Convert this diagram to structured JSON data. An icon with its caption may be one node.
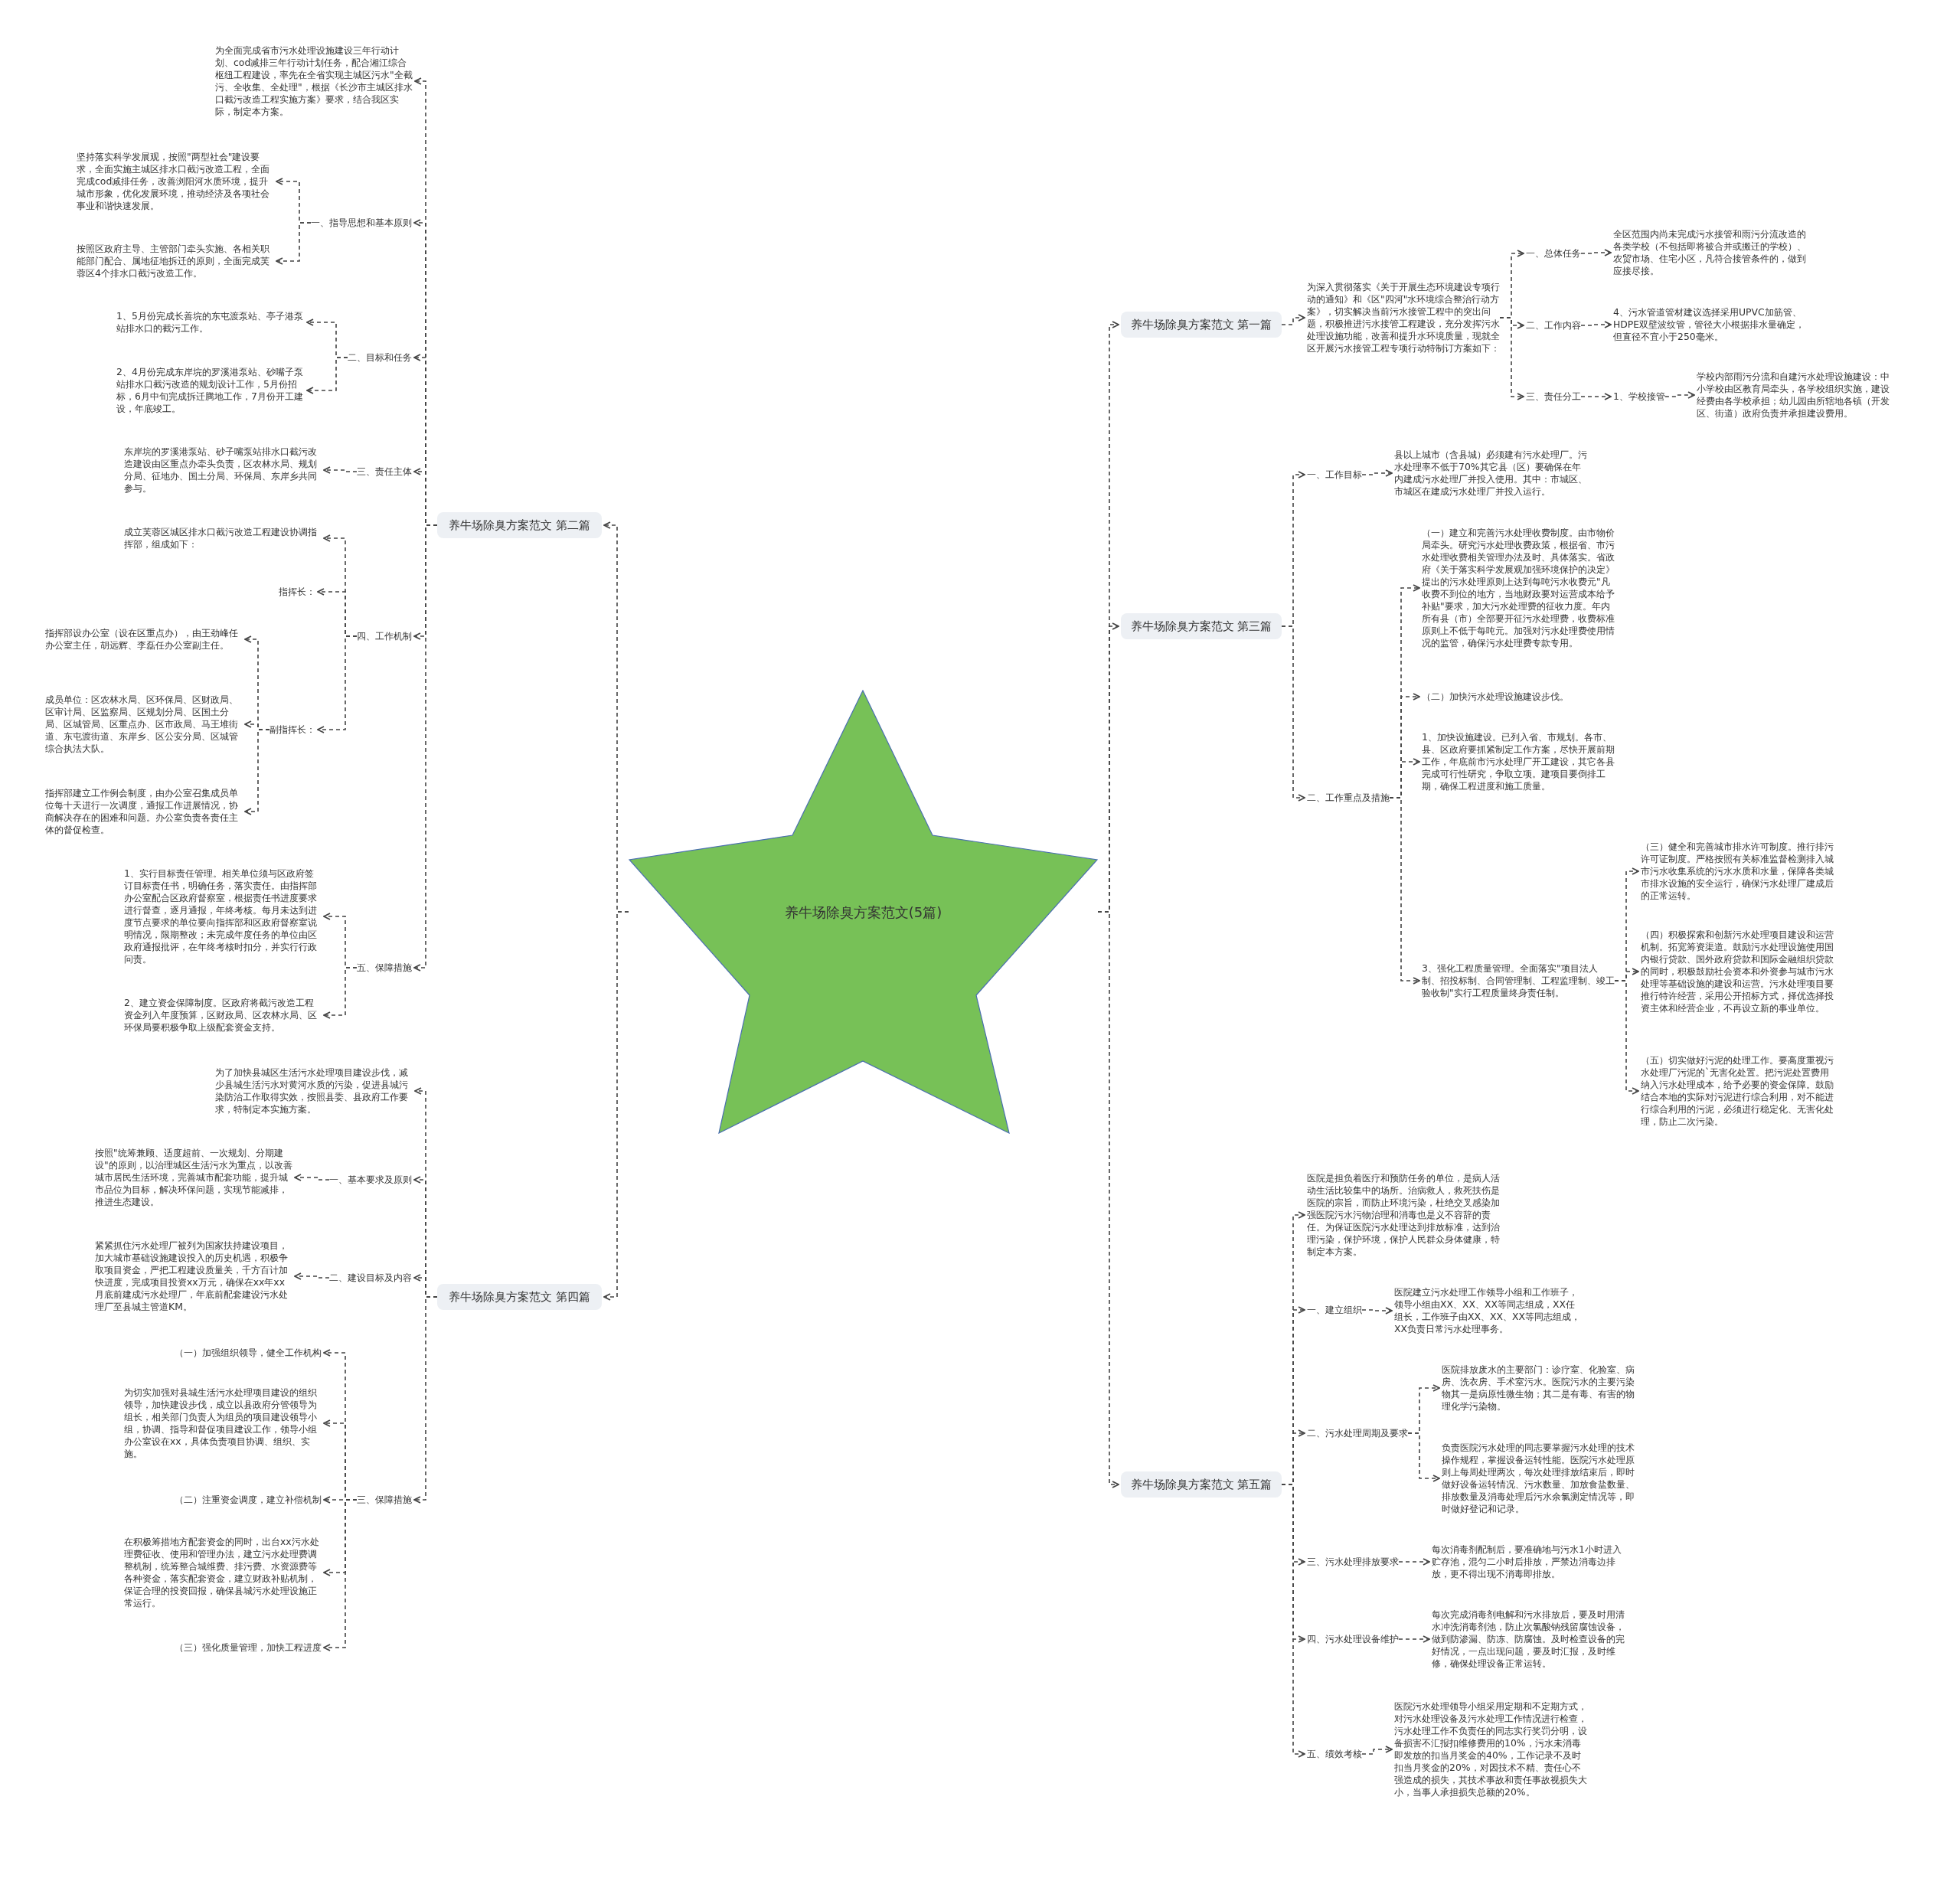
{
  "diagram": {
    "nodes": [
      {
        "text": [
          "养牛场除臭方案范文(5篇)"
        ]
      },
      {
        "text": [
          "养牛场除臭方案范文 第二篇"
        ]
      },
      {
        "text": [
          "为全面完成省市污水处理设施建设三年行动计划、cod减排三年行动计划任务，配合湘江综合枢纽工程建设，率先在全省实现主城区污水\"全截污、全收集、全处理\"，根据《长沙市主城区排水口截污改造工程实施方案》要求，结合我区实际，制定本方案。"
        ]
      },
      {
        "text": [
          "一、指导思想和基本原则"
        ]
      },
      {
        "text": [
          "坚持落实科学发展观，按照\"两型社会\"建设要求，全面实施主城区排水口截污改造工程，全面完成cod减排任务，改善浏阳河水质环境，提升城市形象，优化发展环境，推动经济及各项社会事业和谐快速发展。"
        ]
      },
      {
        "text": [
          "按照区政府主导、主管部门牵头实施、各相关职能部门配合、属地征地拆迁的原则，全面完成芙蓉区4个排水口截污改造工作。"
        ]
      },
      {
        "text": [
          "二、目标和任务"
        ]
      },
      {
        "text": [
          "1、5月份完成长善垸的东屯渡泵站、亭子港泵站排水口的截污工作。"
        ]
      },
      {
        "text": [
          "2、4月份完成东岸垸的罗溪港泵站、砂嘴子泵站排水口截污改造的规划设计工作，5月份招标，6月中旬完成拆迁腾地工作，7月份开工建设，年底竣工。"
        ]
      },
      {
        "text": [
          "三、责任主体"
        ]
      },
      {
        "text": [
          "东岸垸的罗溪港泵站、砂子嘴泵站排水口截污改造建设由区重点办牵头负责，区农林水局、规划分局、征地办、国土分局、环保局、东岸乡共同参与。"
        ]
      },
      {
        "text": [
          "四、工作机制"
        ]
      },
      {
        "text": [
          "成立芙蓉区城区排水口截污改造工程建设协调指挥部，组成如下："
        ]
      },
      {
        "text": [
          "指挥长："
        ]
      },
      {
        "text": [
          "副指挥长："
        ]
      },
      {
        "text": [
          "指挥部设办公室（设在区重点办），由王劲峰任办公室主任，胡远辉、李磊任办公室副主任。"
        ]
      },
      {
        "text": [
          "成员单位：区农林水局、区环保局、区财政局、区审计局、区监察局、区规划分局、区国土分局、区城管局、区重点办、区市政局、马王堆街道、东屯渡街道、东岸乡、区公安分局、区城管综合执法大队。"
        ]
      },
      {
        "text": [
          "指挥部建立工作例会制度，由办公室召集成员单位每十天进行一次调度，通报工作进展情况，协商解决存在的困难和问题。办公室负责各责任主体的督促检查。"
        ]
      },
      {
        "text": [
          "五、保障措施"
        ]
      },
      {
        "text": [
          "1、实行目标责任管理。相关单位须与区政府签订目标责任书，明确任务，落实责任。由指挥部办公室配合区政府督察室，根据责任书进度要求进行督查，逐月通报，年终考核。每月未达到进度节点要求的单位要向指挥部和区政府督察室说明情况，限期整改；未完成年度任务的单位由区政府通报批评，在年终考核时扣分，并实行行政问责。"
        ]
      },
      {
        "text": [
          "2、建立资金保障制度。区政府将截污改造工程资金列入年度预算，区财政局、区农林水局、区环保局要积极争取上级配套资金支持。"
        ]
      },
      {
        "text": [
          "养牛场除臭方案范文 第四篇"
        ]
      },
      {
        "text": [
          "为了加快县城区生活污水处理项目建设步伐，减少县城生活污水对黄河水质的污染，促进县城污染防治工作取得实效，按照县委、县政府工作要求，特制定本实施方案。"
        ]
      },
      {
        "text": [
          "一、基本要求及原则"
        ]
      },
      {
        "text": [
          "按照\"统筹兼顾、适度超前、一次规划、分期建设\"的原则，以治理城区生活污水为重点，以改善城市居民生活环境，完善城市配套功能，提升城市品位为目标，解决环保问题，实现节能减排，推进生态建设。"
        ]
      },
      {
        "text": [
          "二、建设目标及内容"
        ]
      },
      {
        "text": [
          "紧紧抓住污水处理厂被列为国家扶持建设项目，加大城市基础设施建设投入的历史机遇，积极争取项目资金，严把工程建设质量关，千方百计加快进度，完成项目投资xx万元，确保在xx年xx月底前建成污水处理厂，年底前配套建设污水处理厂至县城主管道KM。"
        ]
      },
      {
        "text": [
          "三、保障措施"
        ]
      },
      {
        "text": [
          "（一）加强组织领导，健全工作机构"
        ]
      },
      {
        "text": [
          "为切实加强对县城生活污水处理项目建设的组织领导，加快建设步伐，成立以县政府分管领导为组长，相关部门负责人为组员的项目建设领导小组，协调、指导和督促项目建设工作，领导小组办公室设在xx，具体负责项目协调、组织、实施。"
        ]
      },
      {
        "text": [
          "（二）注重资金调度，建立补偿机制"
        ]
      },
      {
        "text": [
          "在积极筹措地方配套资金的同时，出台xx污水处理费征收、使用和管理办法，建立污水处理费调整机制，统筹整合城维费、排污费、水资源费等各种资金，落实配套资金，建立财政补贴机制，保证合理的投资回报，确保县城污水处理设施正常运行。"
        ]
      },
      {
        "text": [
          "（三）强化质量管理，加快工程进度"
        ]
      },
      {
        "text": [
          "养牛场除臭方案范文 第一篇"
        ]
      },
      {
        "text": [
          "为深入贯彻落实《关于开展生态环境建设专项行动的通知》和《区\"四河\"水环境综合整治行动方案》，切实解决当前污水接管工程中的突出问题，积极推进污水接管工程建设，充分发挥污水处理设施功能，改善和提升水环境质量，现就全区开展污水接管工程专项行动特制订方案如下："
        ]
      },
      {
        "text": [
          "一、总体任务"
        ]
      },
      {
        "text": [
          "全区范围内尚未完成污水接管和雨污分流改造的各类学校（不包括即将被合并或搬迁的学校）、农贸市场、住宅小区，凡符合接管条件的，做到应接尽接。"
        ]
      },
      {
        "text": [
          "二、工作内容"
        ]
      },
      {
        "text": [
          "4、污水管道管材建议选择采用UPVC加筋管、HDPE双壁波纹管，管径大小根据排水量确定，但直径不宜小于250毫米。"
        ]
      },
      {
        "text": [
          "三、责任分工"
        ]
      },
      {
        "text": [
          "1、学校接管"
        ]
      },
      {
        "text": [
          "学校内部雨污分流和自建污水处理设施建设：中小学校由区教育局牵头，各学校组织实施，建设经费由各学校承担；幼儿园由所辖地各镇（开发区、街道）政府负责并承担建设费用。"
        ]
      },
      {
        "text": [
          "养牛场除臭方案范文 第三篇"
        ]
      },
      {
        "text": [
          "一、工作目标"
        ]
      },
      {
        "text": [
          "县以上城市（含县城）必须建有污水处理厂。污水处理率不低于70%其它县（区）要确保在年内建成污水处理厂并投入使用。其中：市城区、市城区在建成污水处理厂并投入运行。"
        ]
      },
      {
        "text": [
          "二、工作重点及措施"
        ]
      },
      {
        "text": [
          "（一）建立和完善污水处理收费制度。由市物价局牵头。研究污水处理收费政策，根据省、市污水处理收费相关管理办法及时、具体落实。省政府《关于落实科学发展观加强环境保护的决定》提出的污水处理原则上达到每吨污水收费元\"凡收费不到位的地方，当地财政要对运营成本给予补贴\"要求，加大污水处理费的征收力度。年内所有县（市）全部要开征污水处理费，收费标准原则上不低于每吨元。加强对污水处理费使用情况的监管，确保污水处理费专款专用。"
        ]
      },
      {
        "text": [
          "（二）加快污水处理设施建设步伐。"
        ]
      },
      {
        "text": [
          "1、加快设施建设。已列入省、市规划。各市、县、区政府要抓紧制定工作方案，尽快开展前期工作，年底前市污水处理厂开工建设，其它各县完成可行性研究，争取立项。建项目要倒排工期，确保工程进度和施工质量。"
        ]
      },
      {
        "text": [
          "3、强化工程质量管理。全面落实\"项目法人制、招投标制、合同管理制、工程监理制、竣工验收制\"实行工程质量终身责任制。"
        ]
      },
      {
        "text": [
          "（三）健全和完善城市排水许可制度。推行排污许可证制度。严格按照有关标准监督检测排入城市污水收集系统的污水水质和水量，保障各类城市排水设施的安全运行，确保污水处理厂建成后的正常运转。"
        ]
      },
      {
        "text": [
          "（四）积极探索和创新污水处理项目建设和运营机制。拓宽筹资渠道。鼓励污水处理设施使用国内银行贷款、国外政府贷款和国际金融组织贷款的同时，积极鼓励社会资本和外资参与城市污水处理等基础设施的建设和运营。污水处理项目要推行特许经营，采用公开招标方式，择优选择投资主体和经营企业，不再设立新的事业单位。"
        ]
      },
      {
        "text": [
          "（五）切实做好污泥的处理工作。要高度重视污水处理厂污泥的`无害化处置。把污泥处置费用纳入污水处理成本，给予必要的资金保障。鼓励结合本地的实际对污泥进行综合利用，对不能进行综合利用的污泥，必须进行稳定化、无害化处理，防止二次污染。"
        ]
      },
      {
        "text": [
          "养牛场除臭方案范文 第五篇"
        ]
      },
      {
        "text": [
          "医院是担负着医疗和预防任务的单位，是病人活动生活比较集中的场所。治病救人，救死扶伤是医院的宗旨，而防止环境污染，杜绝交叉感染加强医院污水污物治理和消毒也是义不容辞的责任。为保证医院污水处理达到排放标准，达到治理污染，保护环境，保护人民群众身体健康，特制定本方案。"
        ]
      },
      {
        "text": [
          "一、建立组织"
        ]
      },
      {
        "text": [
          "医院建立污水处理工作领导小组和工作班子，领导小组由XX、XX、XX等同志组成，XX任组长，工作班子由XX、XX、XX等同志组成，XX负责日常污水处理事务。"
        ]
      },
      {
        "text": [
          "二、污水处理周期及要求"
        ]
      },
      {
        "text": [
          "医院排放废水的主要部门：诊疗室、化验室、病房、洗衣房、手术室污水。医院污水的主要污染物其一是病原性微生物；其二是有毒、有害的物理化学污染物。"
        ]
      },
      {
        "text": [
          "负责医院污水处理的同志要掌握污水处理的技术操作规程，掌握设备运转性能。医院污水处理原则上每周处理两次，每次处理排放结束后，即时做好设备运转情况、污水数量、加放食盐数量、排放数量及消毒处理后污水余氯测定情况等，即时做好登记和记录。"
        ]
      },
      {
        "text": [
          "三、污水处理排放要求"
        ]
      },
      {
        "text": [
          "每次消毒剂配制后，要准确地与污水1小时进入贮存池，混匀二小时后排放，严禁边消毒边排放，更不得出现不消毒即排放。"
        ]
      },
      {
        "text": [
          "四、污水处理设备维护"
        ]
      },
      {
        "text": [
          "每次完成消毒剂电解和污水排放后，要及时用清水冲洗消毒剂池，防止次氯酸钠残留腐蚀设备，做到防渗漏、防冻、防腐蚀。及时检查设备的完好情况，一点出现问题，要及时汇报，及时维修，确保处理设备正常运转。"
        ]
      },
      {
        "text": [
          "五、绩效考核"
        ]
      },
      {
        "text": [
          "医院污水处理领导小组采用定期和不定期方式，对污水处理设备及污水处理工作情况进行检查，污水处理工作不负责任的同志实行奖罚分明，设备损害不汇报扣维修费用的10%，污水未消毒即发放的扣当月奖金的40%，工作记录不及时扣当月奖金的20%，对因技术不精、责任心不强造成的损失，其技术事故和责任事故视损失大小，当事人承担损失总额的20%。"
        ]
      }
    ],
    "edges": [
      {
        "from": 0,
        "to": 1,
        "arrow": "to"
      },
      {
        "from": 0,
        "to": 21,
        "arrow": "to"
      },
      {
        "from": 0,
        "to": 33,
        "arrow": "to"
      },
      {
        "from": 0,
        "to": 42,
        "arrow": "to"
      },
      {
        "from": 0,
        "to": 53,
        "arrow": "to"
      },
      {
        "from": 1,
        "to": 2,
        "arrow": "to"
      },
      {
        "from": 1,
        "to": 3,
        "arrow": "to"
      },
      {
        "from": 1,
        "to": 6,
        "arrow": "to"
      },
      {
        "from": 1,
        "to": 9,
        "arrow": "to"
      },
      {
        "from": 1,
        "to": 11,
        "arrow": "to"
      },
      {
        "from": 1,
        "to": 18,
        "arrow": "to"
      },
      {
        "from": 3,
        "to": 4,
        "arrow": "to"
      },
      {
        "from": 3,
        "to": 5,
        "arrow": "to"
      },
      {
        "from": 6,
        "to": 7,
        "arrow": "to"
      },
      {
        "from": 6,
        "to": 8,
        "arrow": "to"
      },
      {
        "from": 9,
        "to": 10,
        "arrow": "to"
      },
      {
        "from": 11,
        "to": 12,
        "arrow": "to"
      },
      {
        "from": 11,
        "to": 13,
        "arrow": "to"
      },
      {
        "from": 11,
        "to": 14,
        "arrow": "to"
      },
      {
        "from": 14,
        "to": 15,
        "arrow": "to"
      },
      {
        "from": 14,
        "to": 16,
        "arrow": "to"
      },
      {
        "from": 14,
        "to": 17,
        "arrow": "to"
      },
      {
        "from": 18,
        "to": 19,
        "arrow": "to"
      },
      {
        "from": 18,
        "to": 20,
        "arrow": "to"
      },
      {
        "from": 21,
        "to": 22,
        "arrow": "to"
      },
      {
        "from": 21,
        "to": 23,
        "arrow": "to"
      },
      {
        "from": 21,
        "to": 25,
        "arrow": "to"
      },
      {
        "from": 21,
        "to": 27,
        "arrow": "to"
      },
      {
        "from": 23,
        "to": 24,
        "arrow": "to"
      },
      {
        "from": 25,
        "to": 26,
        "arrow": "to"
      },
      {
        "from": 27,
        "to": 28,
        "arrow": "to"
      },
      {
        "from": 27,
        "to": 29,
        "arrow": "to"
      },
      {
        "from": 27,
        "to": 30,
        "arrow": "to"
      },
      {
        "from": 27,
        "to": 31,
        "arrow": "to"
      },
      {
        "from": 27,
        "to": 32,
        "arrow": "to"
      },
      {
        "from": 33,
        "to": 34,
        "arrow": "to"
      },
      {
        "from": 34,
        "to": 35,
        "arrow": "to"
      },
      {
        "from": 34,
        "to": 37,
        "arrow": "to"
      },
      {
        "from": 34,
        "to": 39,
        "arrow": "to"
      },
      {
        "from": 35,
        "to": 36,
        "arrow": "to"
      },
      {
        "from": 37,
        "to": 38,
        "arrow": "to"
      },
      {
        "from": 39,
        "to": 40,
        "arrow": "to"
      },
      {
        "from": 40,
        "to": 41,
        "arrow": "to"
      },
      {
        "from": 42,
        "to": 43,
        "arrow": "to"
      },
      {
        "from": 42,
        "to": 45,
        "arrow": "to"
      },
      {
        "from": 43,
        "to": 44,
        "arrow": "to"
      },
      {
        "from": 45,
        "to": 46,
        "arrow": "to"
      },
      {
        "from": 45,
        "to": 47,
        "arrow": "to"
      },
      {
        "from": 45,
        "to": 48,
        "arrow": "to"
      },
      {
        "from": 45,
        "to": 49,
        "arrow": "to"
      },
      {
        "from": 49,
        "to": 50,
        "arrow": "to"
      },
      {
        "from": 49,
        "to": 51,
        "arrow": "to"
      },
      {
        "from": 49,
        "to": 52,
        "arrow": "to"
      },
      {
        "from": 53,
        "to": 54,
        "arrow": "to"
      },
      {
        "from": 53,
        "to": 55,
        "arrow": "to"
      },
      {
        "from": 53,
        "to": 57,
        "arrow": "to"
      },
      {
        "from": 53,
        "to": 60,
        "arrow": "to"
      },
      {
        "from": 53,
        "to": 62,
        "arrow": "to"
      },
      {
        "from": 53,
        "to": 64,
        "arrow": "to"
      },
      {
        "from": 55,
        "to": 56,
        "arrow": "to"
      },
      {
        "from": 57,
        "to": 58,
        "arrow": "to"
      },
      {
        "from": 57,
        "to": 59,
        "arrow": "to"
      },
      {
        "from": 60,
        "to": 61,
        "arrow": "to"
      },
      {
        "from": 62,
        "to": 63,
        "arrow": "to"
      },
      {
        "from": 64,
        "to": 65,
        "arrow": "to"
      }
    ]
  }
}
